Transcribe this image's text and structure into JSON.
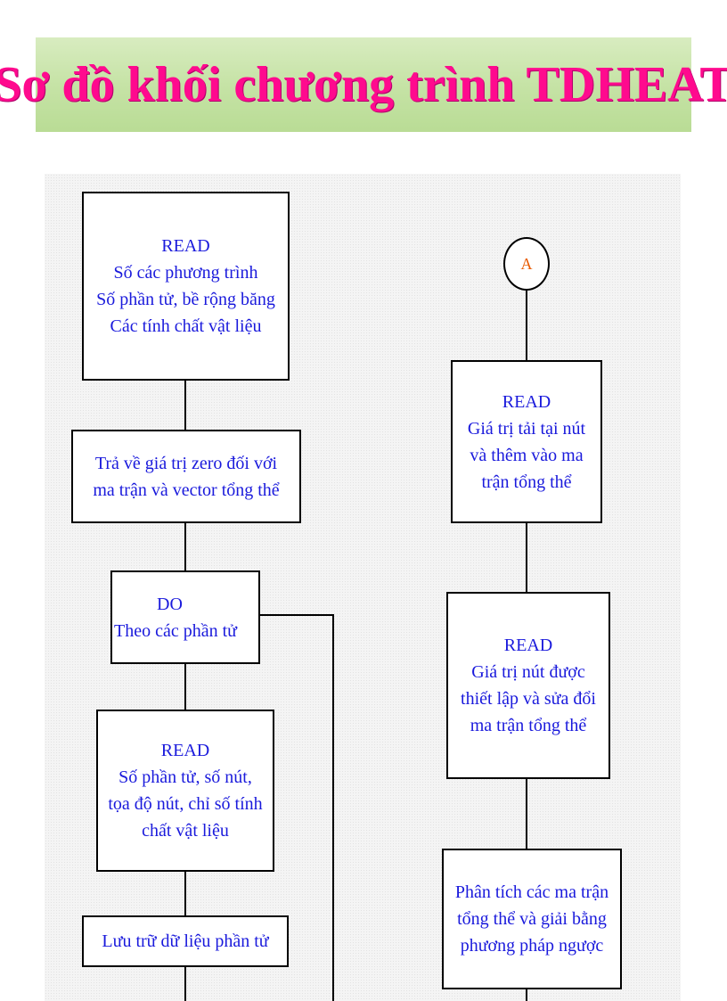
{
  "title": "Sơ đồ khối chương trình TDHEAT",
  "colors": {
    "title": "#ff0a8e",
    "banner": "#c6e3a6",
    "node_text": "#1a1adc",
    "connector_text": "#e85a00"
  },
  "connector_a": "A",
  "left_column": {
    "read_input": [
      "READ",
      "Số các phương trình",
      "Số phần tử, bề rộng băng",
      "Các tính chất vật liệu"
    ],
    "zero_init": [
      "Trả về giá trị zero đối với",
      "ma  trận và vector tổng thể"
    ],
    "do_loop": [
      "DO",
      "Theo các phần tử"
    ],
    "read_element": [
      "READ",
      "Số phần tử, số nút,",
      "tọa độ nút, chỉ số tính",
      "chất vật liệu"
    ],
    "store_element": [
      "Lưu trữ dữ liệu phần tử"
    ]
  },
  "right_column": {
    "read_loads": [
      "READ",
      "Giá trị tải tại nút",
      "và thêm vào ma",
      "trận tổng thể"
    ],
    "read_nodal": [
      "READ",
      "Giá trị nút được",
      "thiết lập và sửa đổi",
      "ma trận tổng thể"
    ],
    "solve": [
      "Phân tích các ma trận",
      "tổng thể và giải bằng",
      "phương pháp ngược"
    ]
  }
}
